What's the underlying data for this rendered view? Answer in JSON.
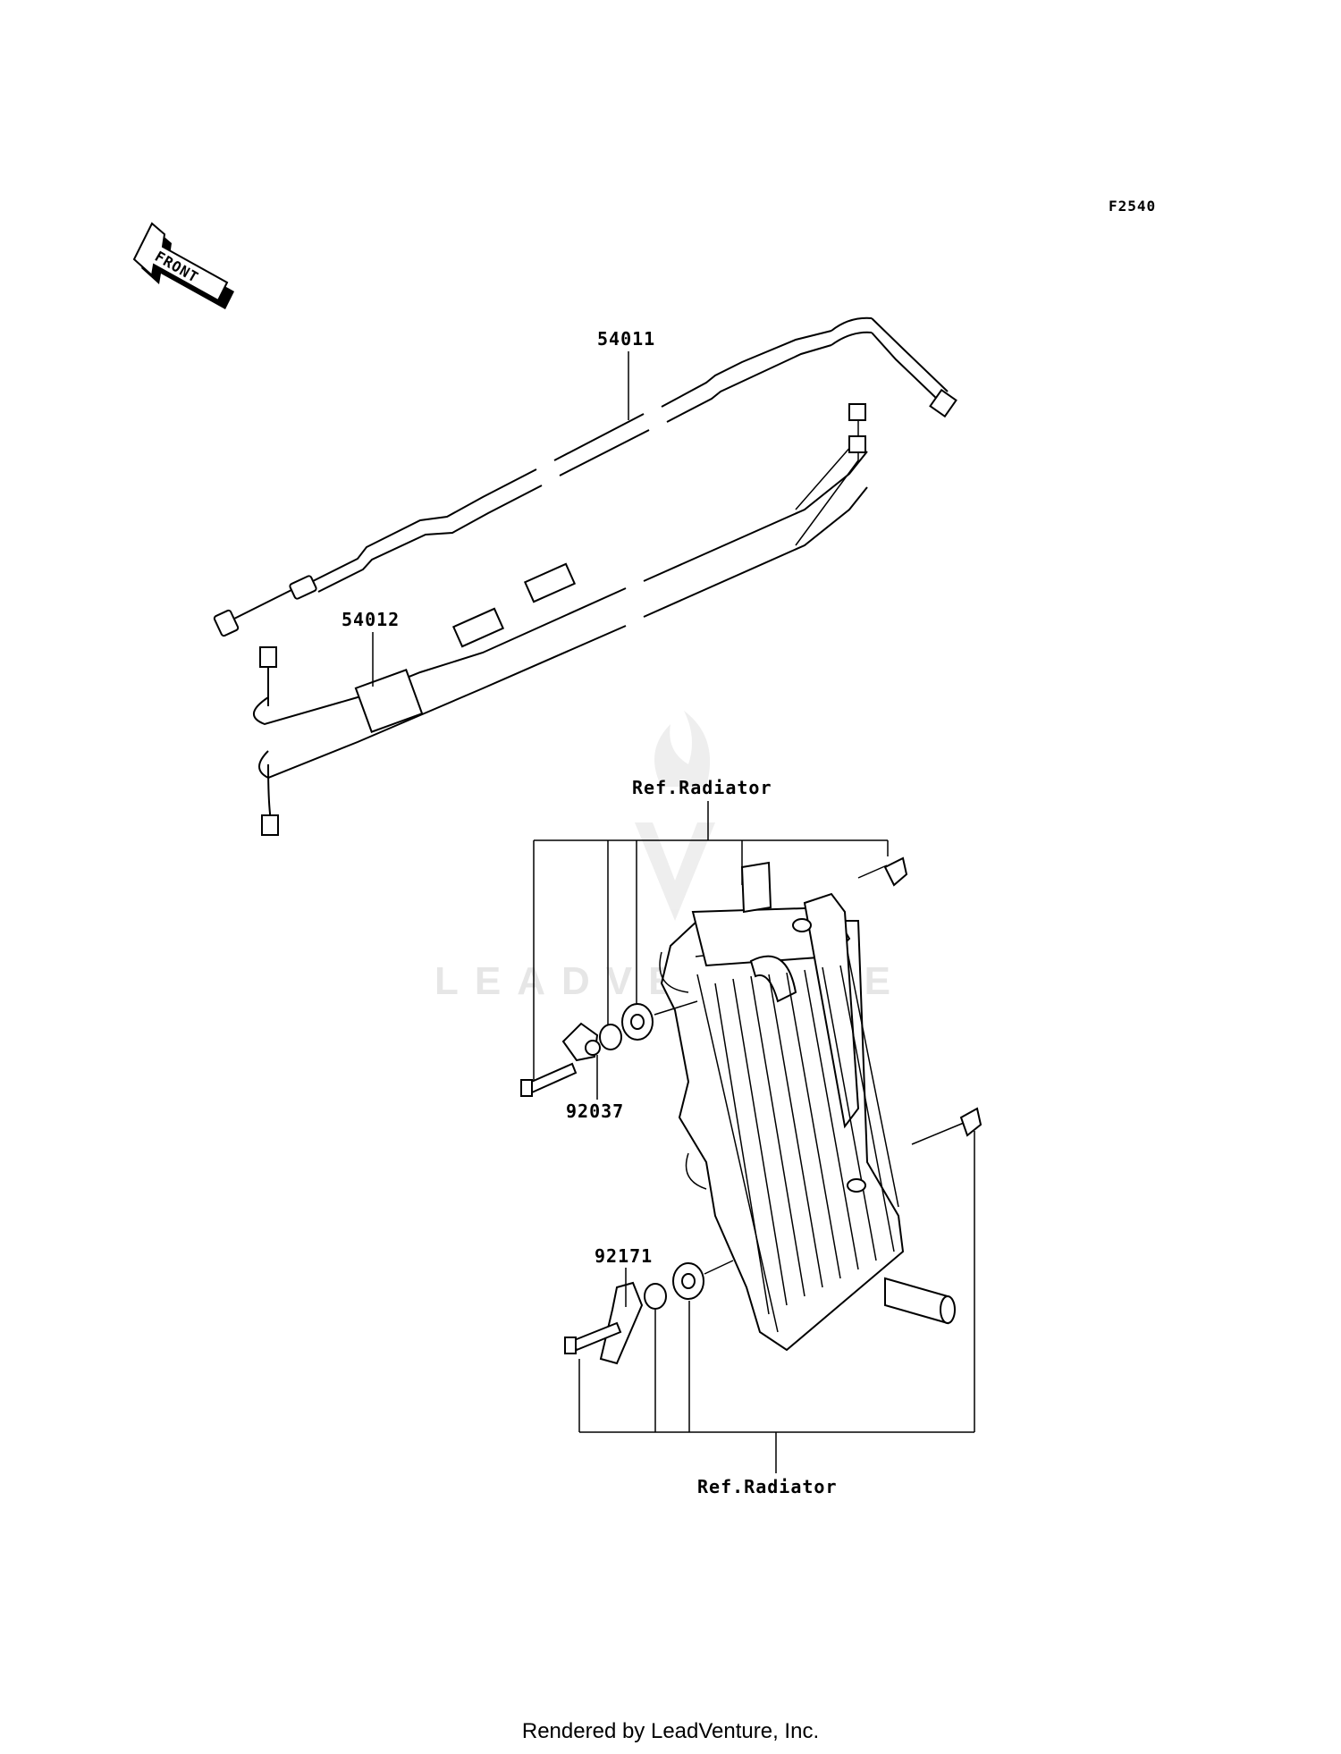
{
  "diagram": {
    "code": "F2540",
    "front_label": "FRONT",
    "parts": [
      {
        "id": "54011"
      },
      {
        "id": "54012"
      },
      {
        "id": "92037"
      },
      {
        "id": "92171"
      }
    ],
    "ref_top": "Ref.Radiator",
    "ref_bottom": "Ref.Radiator",
    "watermark": "LEADVENTURE",
    "footer": "Rendered by LeadVenture, Inc."
  }
}
